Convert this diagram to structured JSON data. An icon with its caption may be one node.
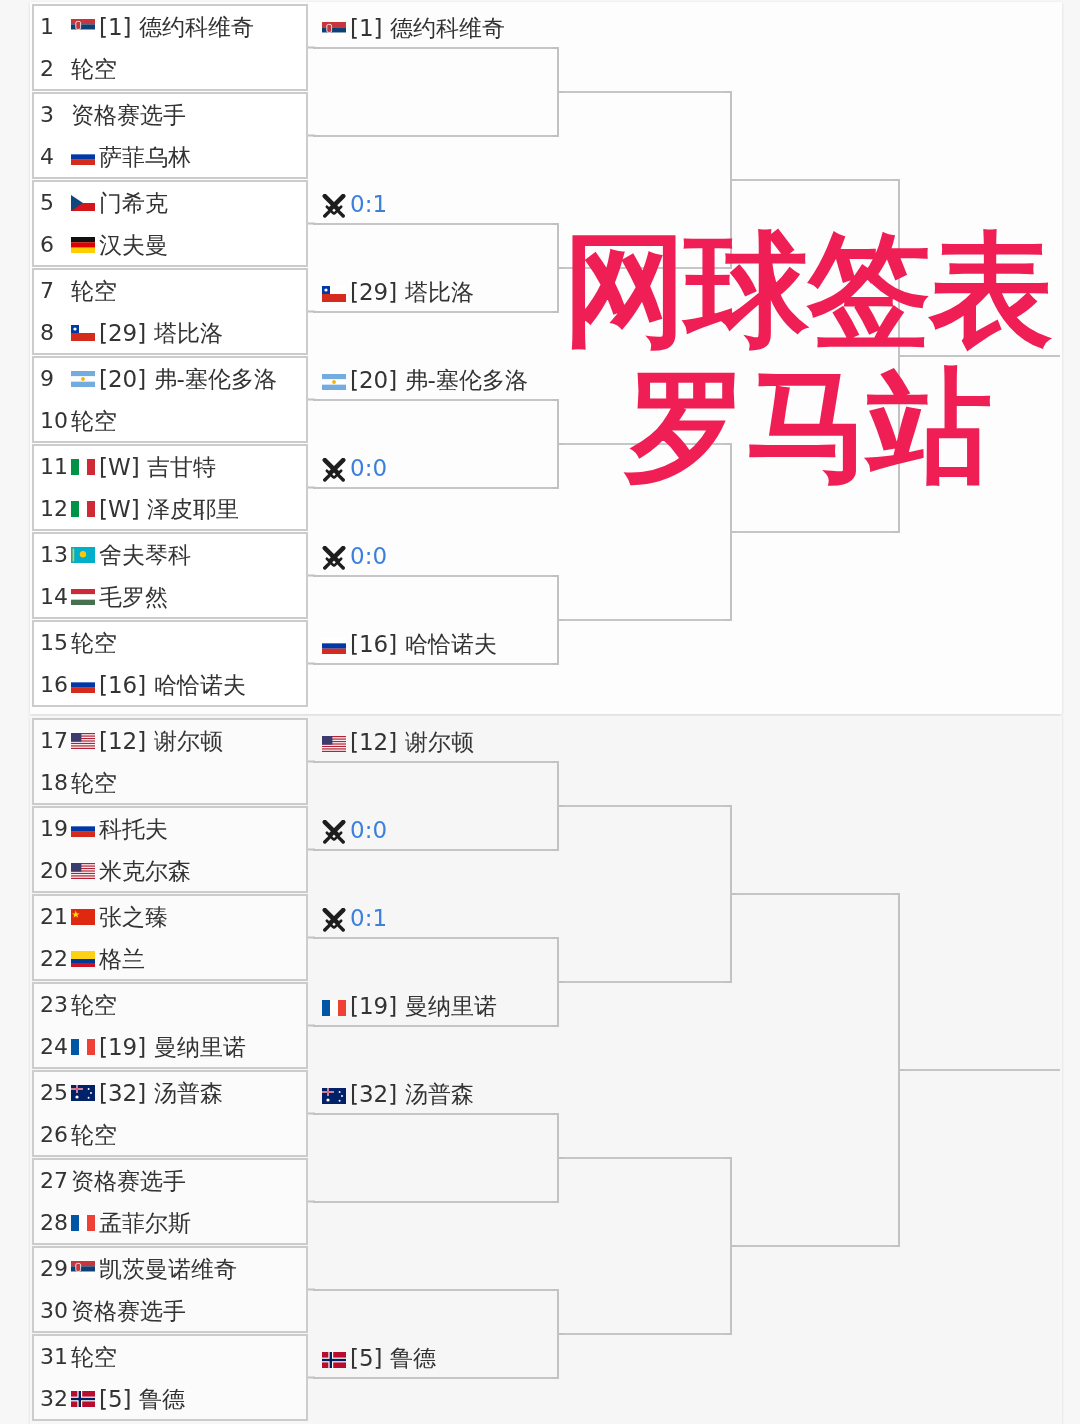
{
  "diagram": {
    "title": "网球签表罗马站",
    "nodes": [
      {
        "text": [
          "1",
          "[1] 德约科维奇",
          "2",
          "轮空"
        ]
      },
      {
        "text": [
          "3",
          "资格赛选手",
          "4",
          "萨菲乌林"
        ]
      },
      {
        "text": [
          "5",
          "门希克",
          "6",
          "汉夫曼"
        ]
      },
      {
        "text": [
          "7",
          "轮空",
          "8",
          "[29] 塔比洛"
        ]
      },
      {
        "text": [
          "9",
          "[20] 弗-塞伦多洛",
          "10",
          "轮空"
        ]
      },
      {
        "text": [
          "11",
          "[W] 吉甘特",
          "12",
          "[W] 泽皮耶里"
        ]
      },
      {
        "text": [
          "13",
          "舍夫琴科",
          "14",
          "毛罗然"
        ]
      },
      {
        "text": [
          "15",
          "轮空",
          "16",
          "[16] 哈恰诺夫"
        ]
      },
      {
        "text": [
          "17",
          "[12] 谢尔顿",
          "18",
          "轮空"
        ]
      },
      {
        "text": [
          "19",
          "科托夫",
          "20",
          "米克尔森"
        ]
      },
      {
        "text": [
          "21",
          "张之臻",
          "22",
          "格兰"
        ]
      },
      {
        "text": [
          "23",
          "轮空",
          "24",
          "[19] 曼纳里诺"
        ]
      },
      {
        "text": [
          "25",
          "[32] 汤普森",
          "26",
          "轮空"
        ]
      },
      {
        "text": [
          "27",
          "资格赛选手",
          "28",
          "孟菲尔斯"
        ]
      },
      {
        "text": [
          "29",
          "凯茨曼诺维奇",
          "30",
          "资格赛选手"
        ]
      },
      {
        "text": [
          "31",
          "轮空",
          "32",
          "[5] 鲁德"
        ]
      },
      {
        "text": [
          "[1] 德约科维奇"
        ]
      },
      {
        "text": [],
        "shape": "line"
      },
      {
        "text": [
          "0:1"
        ]
      },
      {
        "text": [
          "[29] 塔比洛"
        ]
      },
      {
        "text": [
          "[20] 弗-塞伦多洛"
        ]
      },
      {
        "text": [
          "0:0"
        ]
      },
      {
        "text": [
          "0:0"
        ]
      },
      {
        "text": [
          "[16] 哈恰诺夫"
        ]
      },
      {
        "text": [
          "[12] 谢尔顿"
        ]
      },
      {
        "text": [
          "0:0"
        ]
      },
      {
        "text": [
          "0:1"
        ]
      },
      {
        "text": [
          "[19] 曼纳里诺"
        ]
      },
      {
        "text": [
          "[32] 汤普森"
        ]
      },
      {
        "text": [],
        "shape": "line"
      },
      {
        "text": [],
        "shape": "line"
      },
      {
        "text": [
          "[5] 鲁德"
        ]
      },
      {
        "text": [],
        "shape": "line"
      },
      {
        "text": [],
        "shape": "line"
      },
      {
        "text": [],
        "shape": "line"
      },
      {
        "text": [],
        "shape": "line"
      },
      {
        "text": [],
        "shape": "line"
      },
      {
        "text": [],
        "shape": "line"
      },
      {
        "text": [],
        "shape": "line"
      },
      {
        "text": [],
        "shape": "line"
      },
      {
        "text": [],
        "shape": "line"
      },
      {
        "text": [],
        "shape": "line"
      },
      {
        "text": [],
        "shape": "line"
      },
      {
        "text": [],
        "shape": "line"
      },
      {
        "text": [],
        "shape": "line"
      },
      {
        "text": [],
        "shape": "line"
      }
    ],
    "edges": [
      {
        "from": 0,
        "to": 16,
        "arrow": "none"
      },
      {
        "from": 1,
        "to": 17,
        "arrow": "none"
      },
      {
        "from": 2,
        "to": 18,
        "arrow": "none"
      },
      {
        "from": 3,
        "to": 19,
        "arrow": "none"
      },
      {
        "from": 4,
        "to": 20,
        "arrow": "none"
      },
      {
        "from": 5,
        "to": 21,
        "arrow": "none"
      },
      {
        "from": 6,
        "to": 22,
        "arrow": "none"
      },
      {
        "from": 7,
        "to": 23,
        "arrow": "none"
      },
      {
        "from": 8,
        "to": 24,
        "arrow": "none"
      },
      {
        "from": 9,
        "to": 25,
        "arrow": "none"
      },
      {
        "from": 10,
        "to": 26,
        "arrow": "none"
      },
      {
        "from": 11,
        "to": 27,
        "arrow": "none"
      },
      {
        "from": 12,
        "to": 28,
        "arrow": "none"
      },
      {
        "from": 13,
        "to": 29,
        "arrow": "none"
      },
      {
        "from": 14,
        "to": 30,
        "arrow": "none"
      },
      {
        "from": 15,
        "to": 31,
        "arrow": "none"
      },
      {
        "from": 16,
        "to": 32,
        "arrow": "none"
      },
      {
        "from": 17,
        "to": 32,
        "arrow": "none"
      },
      {
        "from": 18,
        "to": 33,
        "arrow": "none"
      },
      {
        "from": 19,
        "to": 33,
        "arrow": "none"
      },
      {
        "from": 20,
        "to": 34,
        "arrow": "none"
      },
      {
        "from": 21,
        "to": 34,
        "arrow": "none"
      },
      {
        "from": 22,
        "to": 35,
        "arrow": "none"
      },
      {
        "from": 23,
        "to": 35,
        "arrow": "none"
      },
      {
        "from": 24,
        "to": 36,
        "arrow": "none"
      },
      {
        "from": 25,
        "to": 36,
        "arrow": "none"
      },
      {
        "from": 26,
        "to": 37,
        "arrow": "none"
      },
      {
        "from": 27,
        "to": 37,
        "arrow": "none"
      },
      {
        "from": 28,
        "to": 38,
        "arrow": "none"
      },
      {
        "from": 29,
        "to": 38,
        "arrow": "none"
      },
      {
        "from": 30,
        "to": 39,
        "arrow": "none"
      },
      {
        "from": 31,
        "to": 39,
        "arrow": "none"
      },
      {
        "from": 32,
        "to": 40,
        "arrow": "none"
      },
      {
        "from": 33,
        "to": 40,
        "arrow": "none"
      },
      {
        "from": 34,
        "to": 41,
        "arrow": "none"
      },
      {
        "from": 35,
        "to": 41,
        "arrow": "none"
      },
      {
        "from": 36,
        "to": 42,
        "arrow": "none"
      },
      {
        "from": 37,
        "to": 42,
        "arrow": "none"
      },
      {
        "from": 38,
        "to": 43,
        "arrow": "none"
      },
      {
        "from": 39,
        "to": 43,
        "arrow": "none"
      },
      {
        "from": 40,
        "to": 44,
        "arrow": "none"
      },
      {
        "from": 41,
        "to": 44,
        "arrow": "none"
      },
      {
        "from": 42,
        "to": 45,
        "arrow": "none"
      },
      {
        "from": 43,
        "to": 45,
        "arrow": "none"
      }
    ]
  }
}
